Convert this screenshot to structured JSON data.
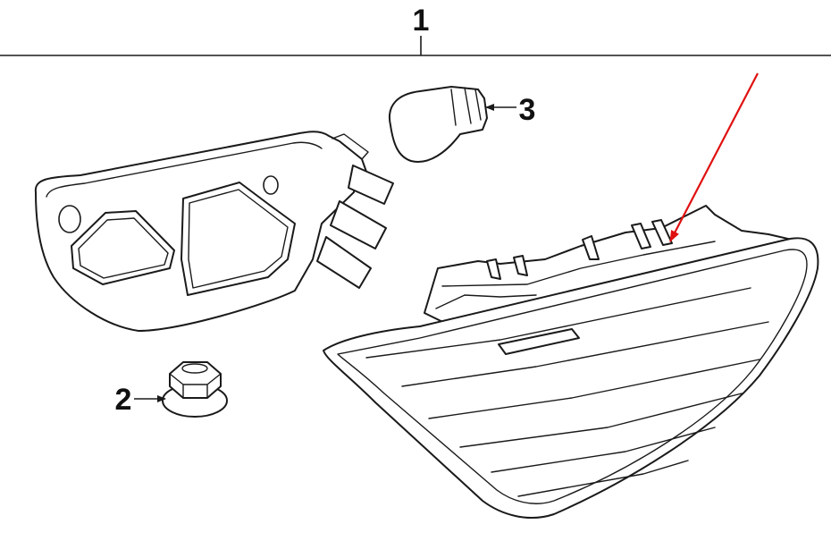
{
  "diagram": {
    "callouts": [
      {
        "id": "1",
        "label": "1"
      },
      {
        "id": "2",
        "label": "2"
      },
      {
        "id": "3",
        "label": "3"
      }
    ],
    "colors": {
      "line": "#1a1a1a",
      "background": "#ffffff",
      "highlight_arrow": "#e01010"
    }
  }
}
